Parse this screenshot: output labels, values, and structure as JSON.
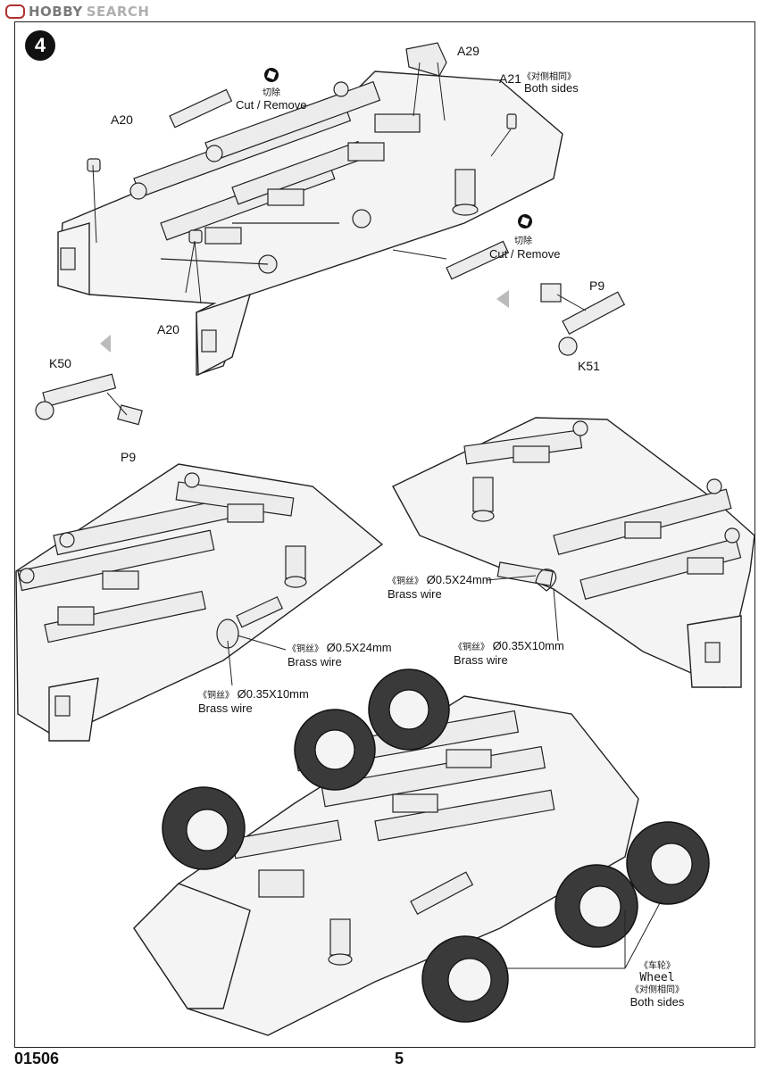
{
  "watermark": {
    "brand": "HOBBY",
    "search": "SEARCH"
  },
  "step": {
    "number": "4"
  },
  "labels": {
    "a29": "A29",
    "a21": "A21",
    "a21_cn": "《对侧相同》",
    "a21_en": "Both sides",
    "cut1_cn": "切除",
    "cut1_en": "Cut / Remove",
    "cut2_cn": "切除",
    "cut2_en": "Cut / Remove",
    "a20_top": "A20",
    "a20_bottom": "A20",
    "p9_right": "P9",
    "k51": "K51",
    "k50": "K50",
    "p9_left": "P9"
  },
  "wires": {
    "left_long_cn": "《铜丝》",
    "left_long_size": "Ø0.5X24mm",
    "left_long_en": "Brass wire",
    "left_short_cn": "《铜丝》",
    "left_short_size": "Ø0.35X10mm",
    "left_short_en": "Brass wire",
    "right_long_cn": "《铜丝》",
    "right_long_size": "Ø0.5X24mm",
    "right_long_en": "Brass wire",
    "right_short_cn": "《铜丝》",
    "right_short_size": "Ø0.35X10mm",
    "right_short_en": "Brass wire"
  },
  "wheel": {
    "cn": "《车轮》",
    "en": "Wheel",
    "sides_cn": "《对侧相同》",
    "sides_en": "Both sides"
  },
  "footer": {
    "code": "01506",
    "page": "5"
  }
}
